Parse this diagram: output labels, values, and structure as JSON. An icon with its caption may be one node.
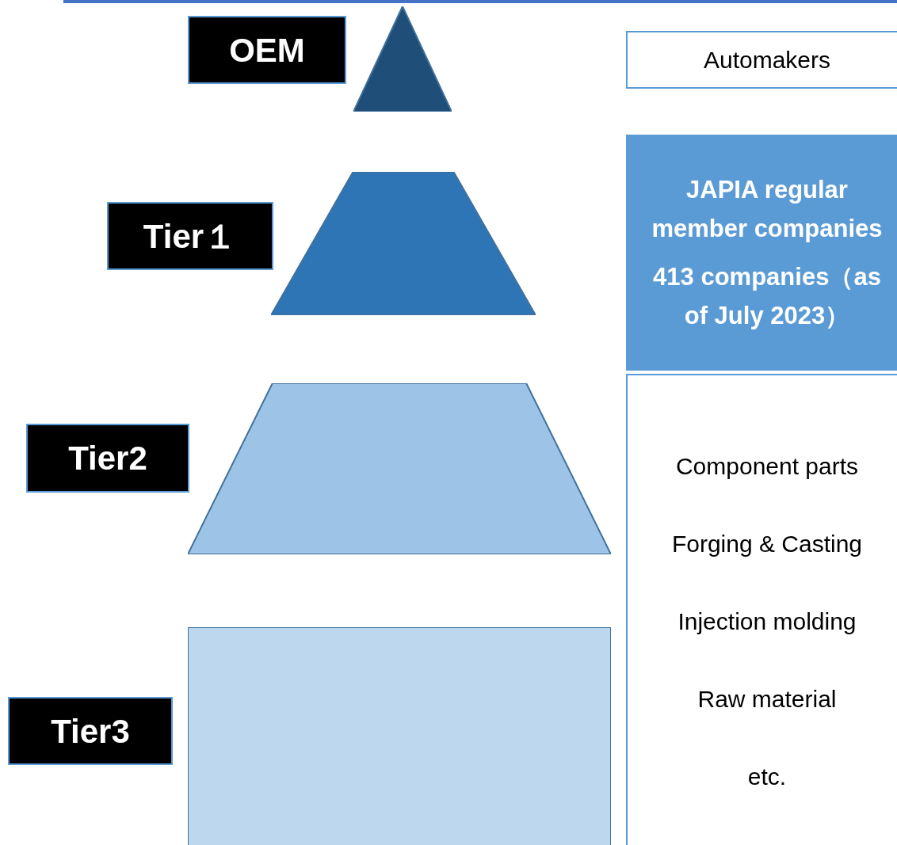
{
  "diagram": {
    "nodes": [
      {
        "text": [
          "OEM"
        ]
      },
      {
        "text": [],
        "shape": "triangle"
      },
      {
        "text": [
          "Automakers"
        ]
      },
      {
        "text": [
          "Tier１"
        ]
      },
      {
        "text": [],
        "shape": "trapezoid"
      },
      {
        "text": [
          "JAPIA regular member companies",
          "413 companies（as of July 2023）"
        ]
      },
      {
        "text": [
          "Tier2"
        ]
      },
      {
        "text": [],
        "shape": "trapezoid"
      },
      {
        "text": [
          "Component parts",
          "Forging & Casting",
          "Injection molding",
          "Raw material",
          "etc."
        ]
      },
      {
        "text": [
          "Tier3"
        ]
      },
      {
        "text": [],
        "shape": "box"
      }
    ]
  }
}
